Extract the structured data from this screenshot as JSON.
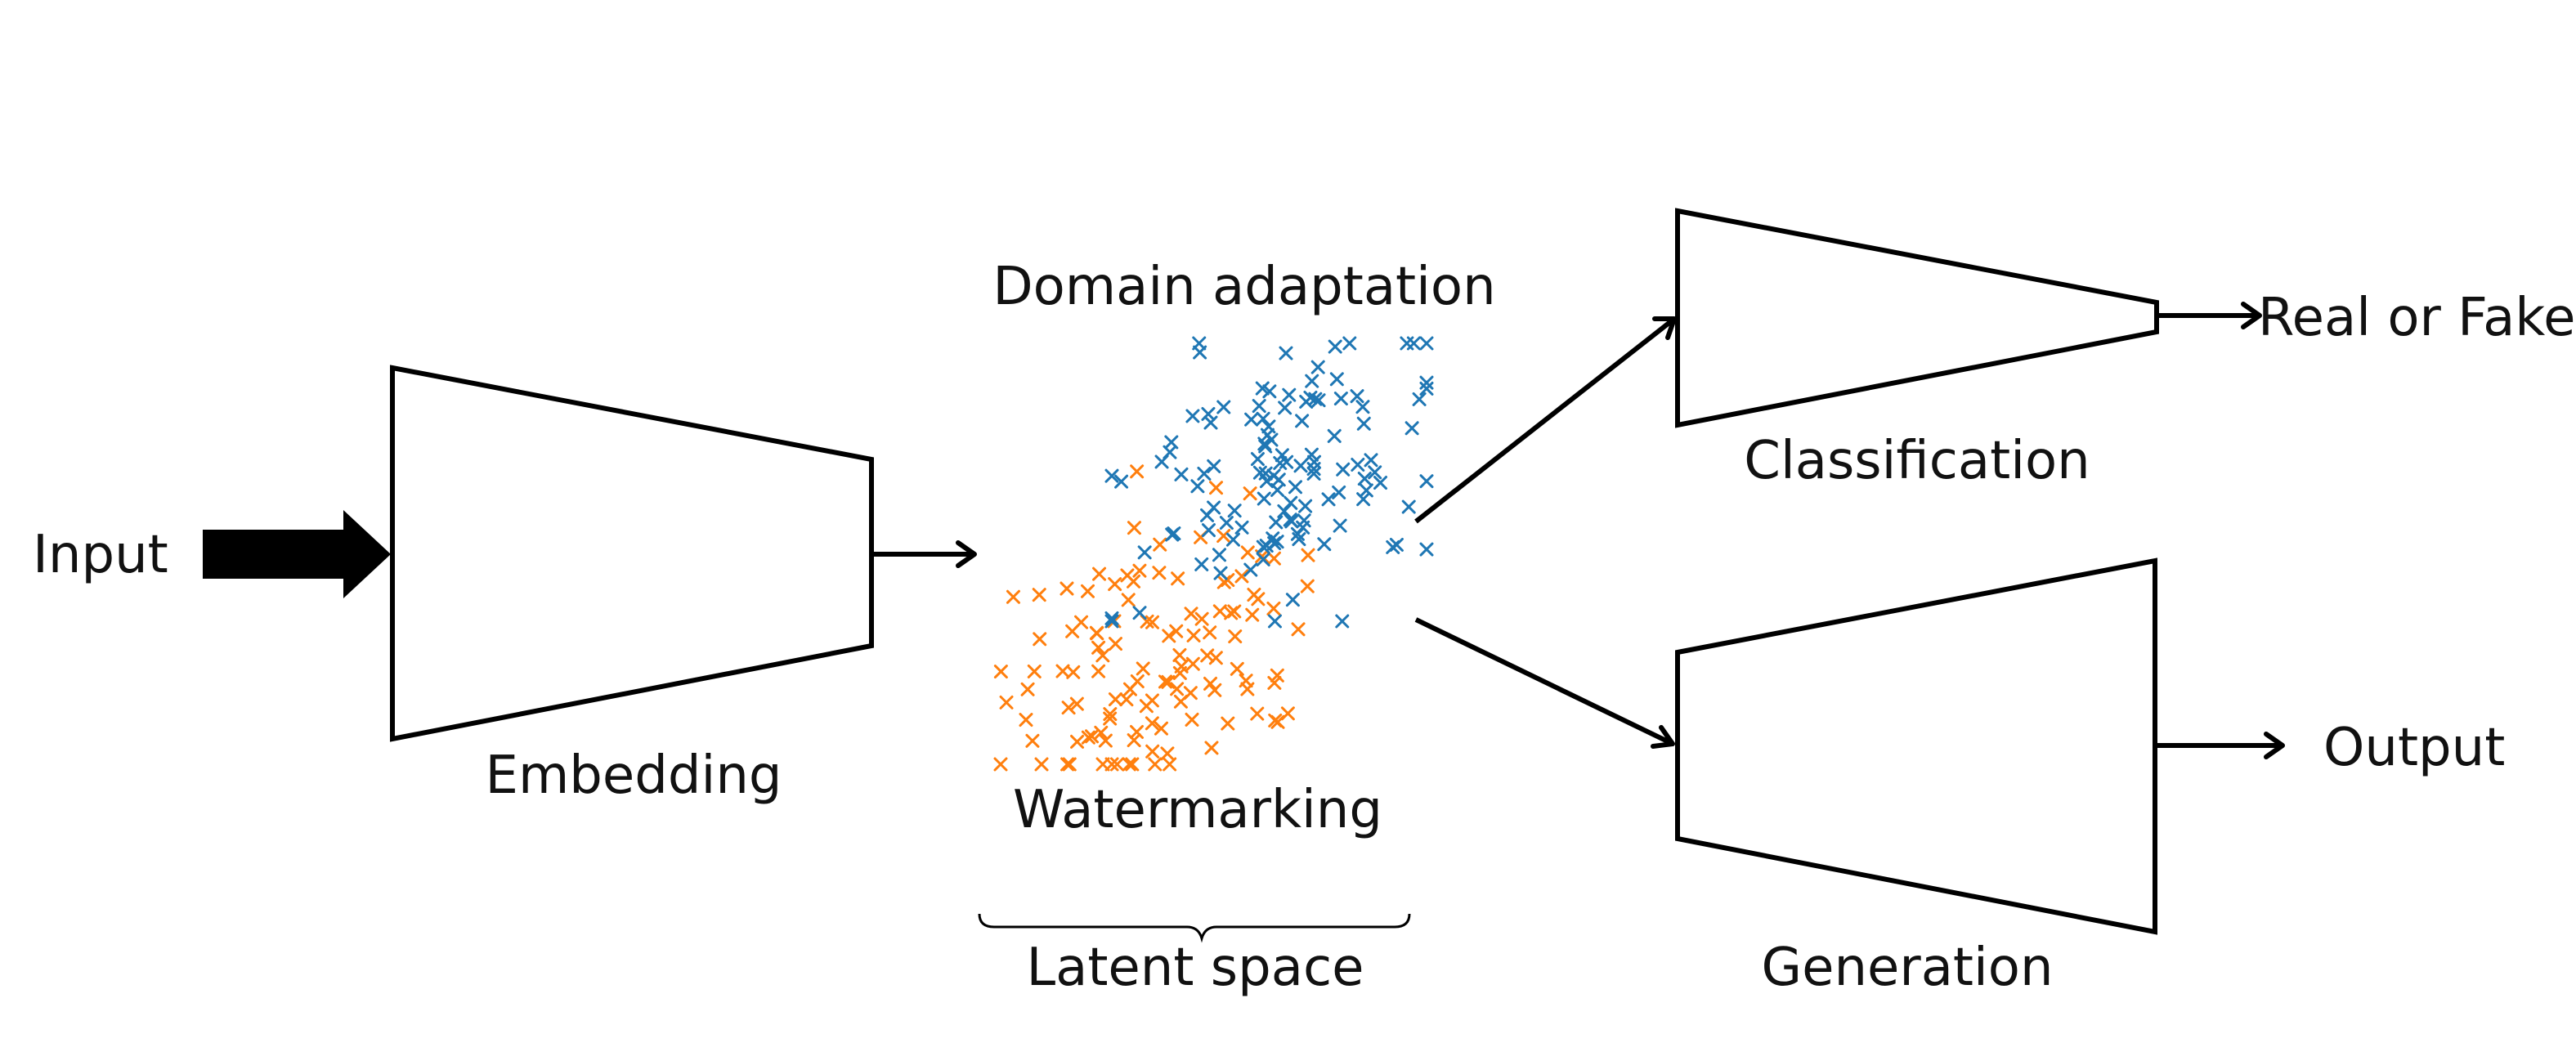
{
  "labels": {
    "input": "Input",
    "embedding": "Embedding",
    "domain_adaptation": "Domain adaptation",
    "watermarking": "Watermarking",
    "latent_space": "Latent space",
    "classification": "Classification",
    "real_or_fake": "Real or Fake",
    "generation": "Generation",
    "output": "Output"
  },
  "colors": {
    "blue_points": "#1f77b4",
    "orange_points": "#ff7f0e",
    "stroke": "#000000"
  }
}
